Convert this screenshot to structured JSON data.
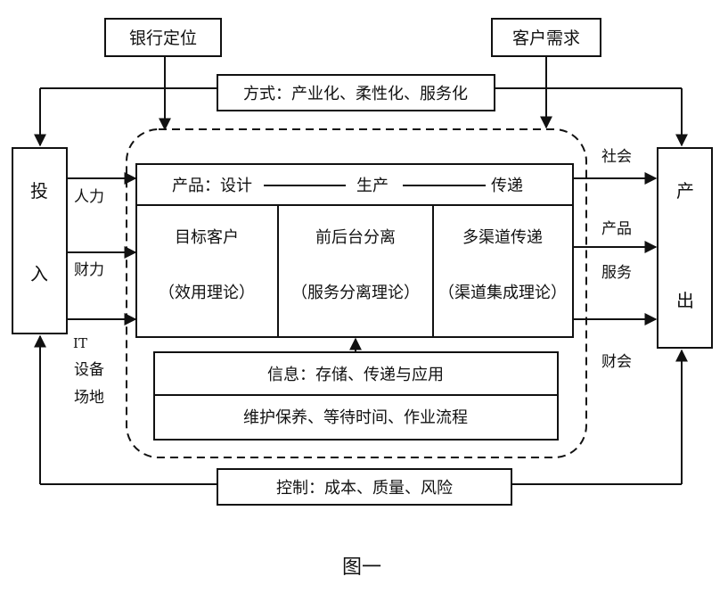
{
  "top_inputs": {
    "bank_positioning": "银行定位",
    "customer_demand": "客户需求"
  },
  "mode_box": "方式：产业化、柔性化、服务化",
  "input_box": {
    "char1": "投",
    "char2": "入"
  },
  "input_labels": {
    "manpower": "人力",
    "finance": "财力",
    "it_line1": "IT",
    "it_line2": "设备",
    "it_line3": "场地"
  },
  "product_row": {
    "left": "产品：设计",
    "middle": "生产",
    "right": "传递"
  },
  "columns": [
    {
      "title": "目标客户",
      "subtitle": "（效用理论）"
    },
    {
      "title": "前后台分离",
      "subtitle": "（服务分离理论）"
    },
    {
      "title": "多渠道传递",
      "subtitle": "（渠道集成理论）"
    }
  ],
  "info_box": {
    "row1": "信息：存储、传递与应用",
    "row2": "维护保养、等待时间、作业流程"
  },
  "output_box": {
    "char1": "产",
    "char2": "出"
  },
  "output_labels": {
    "society": "社会",
    "product": "产品",
    "service": "服务",
    "fin_society": "财会"
  },
  "control_box": "控制：成本、质量、风险",
  "caption": "图一",
  "colors": {
    "line": "#111111",
    "background": "#ffffff"
  }
}
